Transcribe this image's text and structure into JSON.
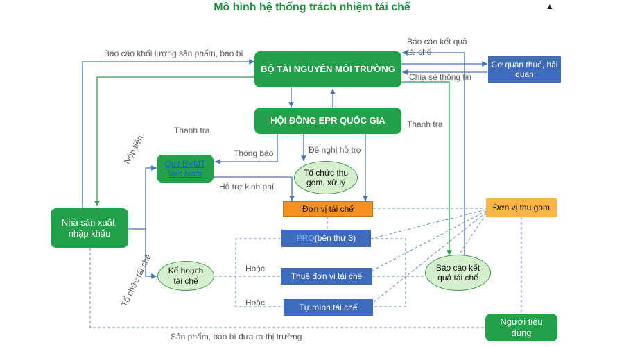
{
  "title": "Mô hình hệ thống trách nhiệm tái chế",
  "nodes": {
    "ministry": "BỘ TÀI NGUYÊN MÔI TRƯỜNG",
    "council": "HỘI ĐỒNG EPR QUỐC GIA",
    "tax_customs": "Cơ quan thuế, hải quan",
    "fund_line1": "Quỹ BVMT",
    "fund_line2": "Việt Nam",
    "collection_org": "Tổ chức thu gom, xử lý",
    "recycler": "Đơn vị tái chế",
    "collector": "Đơn vị thu gom",
    "producer": "Nhà sản xuất, nhập khẩu",
    "pro_link": "PRO",
    "pro_suffix": " (bên thứ 3)",
    "plan": "Kế hoạch tái chế",
    "hire": "Thuê đơn vị tái chế",
    "self": "Tự mình tái chế",
    "report_result": "Báo cáo kết quả tái chế",
    "consumer": "Người tiêu dùng"
  },
  "labels": {
    "report_volume": "Báo cáo khối lượng sản phẩm, bao bì",
    "report_result_line1": "Báo cáo kết quả",
    "report_result_line2": "tái chế",
    "share_info": "Chia sẻ thông tin",
    "inspect_left": "Thanh tra",
    "inspect_right": "Thanh tra",
    "notify": "Thông báo",
    "request_support": "Đề nghị hỗ trợ",
    "pay": "Nộp tiền",
    "fund_support": "Hỗ trợ kinh phí",
    "organize_recycling": "Tổ chức tái chế",
    "or1": "Hoặc",
    "or2": "Hoặc",
    "products_market": "Sản phẩm, bao bì đưa ra thị trường"
  },
  "colors": {
    "green": "#23a14a",
    "blue": "#3f6bbd",
    "orange": "#f39222",
    "yellow": "#fbb544",
    "light_green": "#d6efcf",
    "arrow_blue": "#4a72b8",
    "arrow_green": "#2e9e4f"
  },
  "icons": [
    "mouse-cursor-icon"
  ]
}
